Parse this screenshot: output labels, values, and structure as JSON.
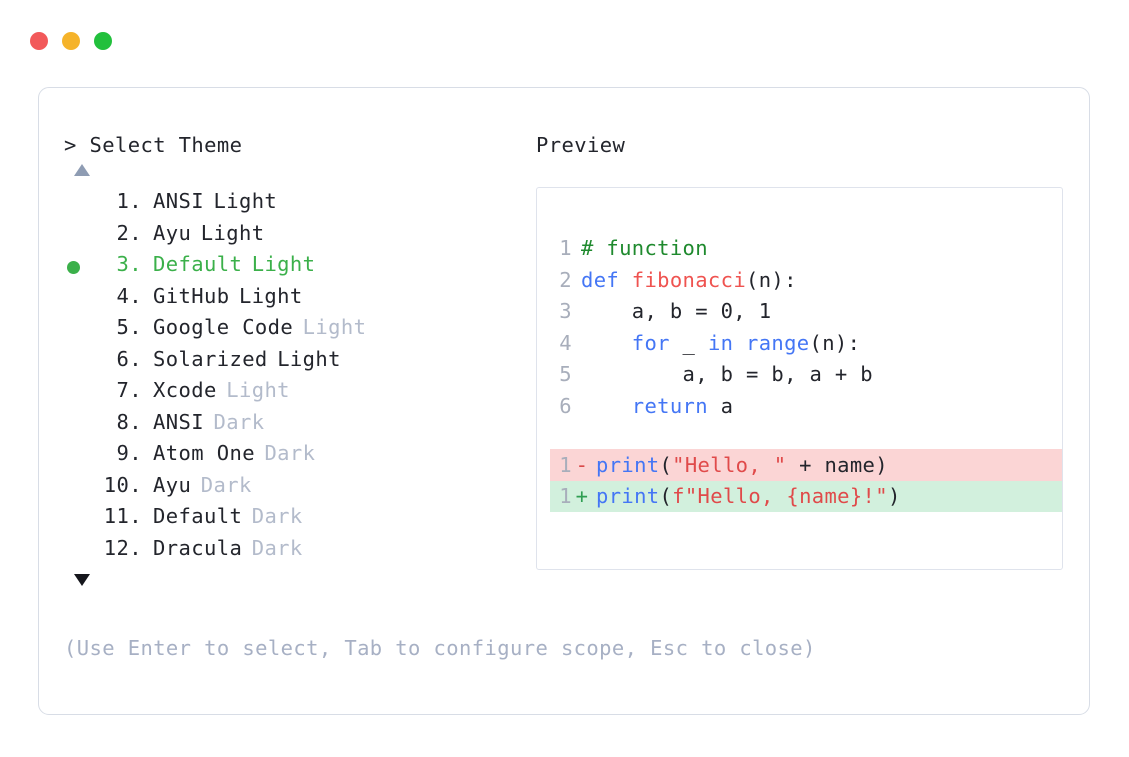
{
  "window": {
    "dots": [
      {
        "name": "close",
        "color": "#f2595a"
      },
      {
        "name": "minimize",
        "color": "#f5b32a"
      },
      {
        "name": "maximize",
        "color": "#22c03c"
      }
    ]
  },
  "prompt": {
    "marker": ">",
    "title": "Select Theme",
    "text": "> Select Theme"
  },
  "scroll": {
    "up_icon": "triangle-up-icon",
    "down_icon": "triangle-down-icon"
  },
  "themes": {
    "selected_index": 3,
    "selected_bullet": "●",
    "items": [
      {
        "num": "1.",
        "name": "ANSI",
        "variant": "Light",
        "variant_dim": false,
        "selected": false
      },
      {
        "num": "2.",
        "name": "Ayu",
        "variant": "Light",
        "variant_dim": false,
        "selected": false
      },
      {
        "num": "3.",
        "name": "Default",
        "variant": "Light",
        "variant_dim": false,
        "selected": true
      },
      {
        "num": "4.",
        "name": "GitHub",
        "variant": "Light",
        "variant_dim": false,
        "selected": false
      },
      {
        "num": "5.",
        "name": "Google Code",
        "variant": "Light",
        "variant_dim": true,
        "selected": false
      },
      {
        "num": "6.",
        "name": "Solarized",
        "variant": "Light",
        "variant_dim": false,
        "selected": false
      },
      {
        "num": "7.",
        "name": "Xcode",
        "variant": "Light",
        "variant_dim": true,
        "selected": false
      },
      {
        "num": "8.",
        "name": "ANSI",
        "variant": "Dark",
        "variant_dim": true,
        "selected": false
      },
      {
        "num": "9.",
        "name": "Atom One",
        "variant": "Dark",
        "variant_dim": true,
        "selected": false
      },
      {
        "num": "10.",
        "name": "Ayu",
        "variant": "Dark",
        "variant_dim": true,
        "selected": false
      },
      {
        "num": "11.",
        "name": "Default",
        "variant": "Dark",
        "variant_dim": true,
        "selected": false
      },
      {
        "num": "12.",
        "name": "Dracula",
        "variant": "Dark",
        "variant_dim": true,
        "selected": false
      }
    ]
  },
  "hint": "(Use Enter to select, Tab to configure scope, Esc to close)",
  "preview": {
    "label": "Preview",
    "code_lines": [
      {
        "ln": "1",
        "text": "# function"
      },
      {
        "ln": "2",
        "text": "def fibonacci(n):"
      },
      {
        "ln": "3",
        "text": "    a, b = 0, 1"
      },
      {
        "ln": "4",
        "text": "    for _ in range(n):"
      },
      {
        "ln": "5",
        "text": "        a, b = b, a + b"
      },
      {
        "ln": "6",
        "text": "    return a"
      }
    ],
    "diff_lines": [
      {
        "ln": "1",
        "sign": "-",
        "type": "delete",
        "text": "print(\"Hello, \" + name)"
      },
      {
        "ln": "1",
        "sign": "+",
        "type": "add",
        "text": "print(f\"Hello, {name}!\")"
      }
    ]
  },
  "colors": {
    "accent_green": "#3bb04a",
    "dim_text": "#b3bbcb",
    "hint_text": "#a7b0c4",
    "body_text": "#23252c",
    "panel_border": "#d8dde6",
    "preview_border": "#dfe3ec",
    "diff_delete_bg": "#fbd5d5",
    "diff_add_bg": "#d2f0dd",
    "syntax_comment": "#1f8a2e",
    "syntax_keyword": "#4476f5",
    "syntax_function": "#ef5350",
    "syntax_string": "#e04a4a"
  }
}
